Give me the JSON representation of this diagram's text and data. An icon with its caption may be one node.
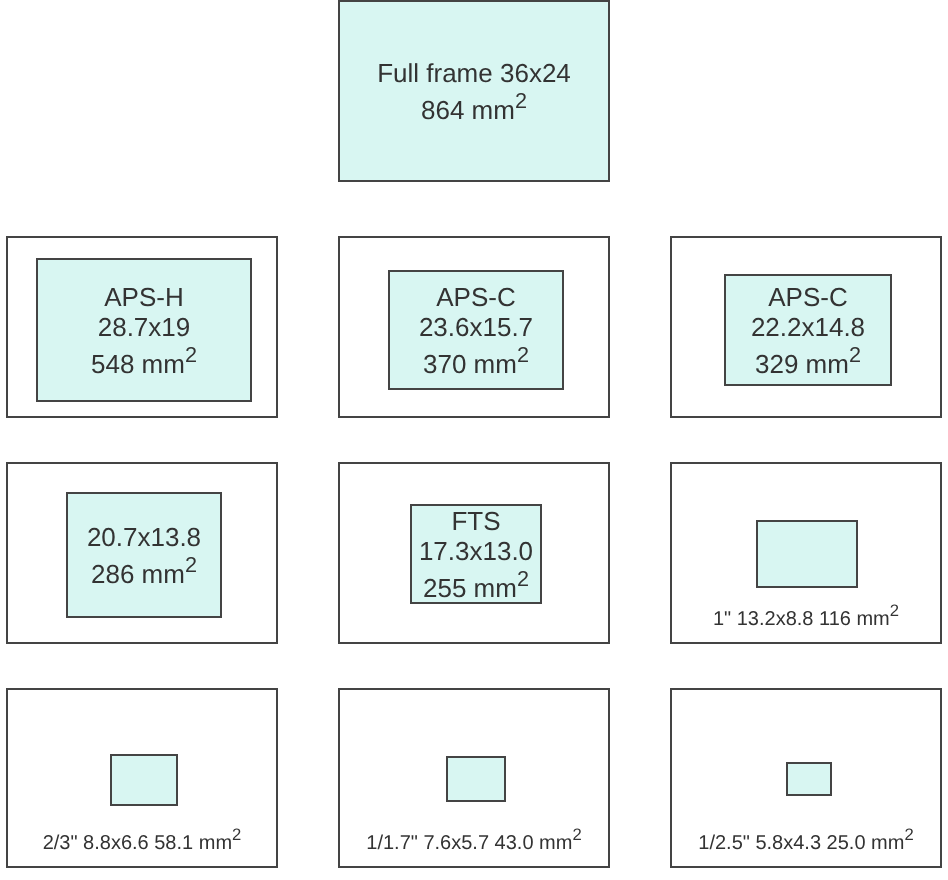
{
  "diagram": {
    "nodes": [
      {
        "text": [
          "Full frame 36x24",
          "864 mm$^{2}$"
        ]
      },
      {
        "text": [],
        "shape": "box"
      },
      {
        "text": [
          "APS-H",
          "28.7x19",
          "548 mm$^{2}$"
        ],
        "in": 1
      },
      {
        "text": [],
        "shape": "box"
      },
      {
        "text": [
          "APS-C",
          "23.6x15.7",
          "370 mm$^{2}$"
        ],
        "in": 3
      },
      {
        "text": [],
        "shape": "box"
      },
      {
        "text": [
          "APS-C",
          "22.2x14.8",
          "329 mm$^{2}$"
        ],
        "in": 5
      },
      {
        "text": [],
        "shape": "box"
      },
      {
        "text": [
          "20.7x13.8",
          "286 mm$^{2}$"
        ],
        "in": 7
      },
      {
        "text": [],
        "shape": "box"
      },
      {
        "text": [
          "FTS",
          "17.3x13.0",
          "255 mm$^{2}$"
        ],
        "in": 9
      },
      {
        "text": [
          "1\" 13.2x8.8 116 mm$^{2}$"
        ]
      },
      {
        "text": [],
        "shape": "box",
        "in": 11
      },
      {
        "text": [
          "2/3\" 8.8x6.6 58.1 mm$^{2}$"
        ]
      },
      {
        "text": [],
        "shape": "box",
        "in": 13
      },
      {
        "text": [
          "1/1.7\" 7.6x5.7 43.0 mm$^{2}$"
        ]
      },
      {
        "text": [],
        "shape": "box",
        "in": 15
      },
      {
        "text": [
          "1/2.5\" 5.8x4.3 25.0 mm$^{2}$"
        ]
      },
      {
        "text": [],
        "shape": "box",
        "in": 17
      }
    ]
  }
}
